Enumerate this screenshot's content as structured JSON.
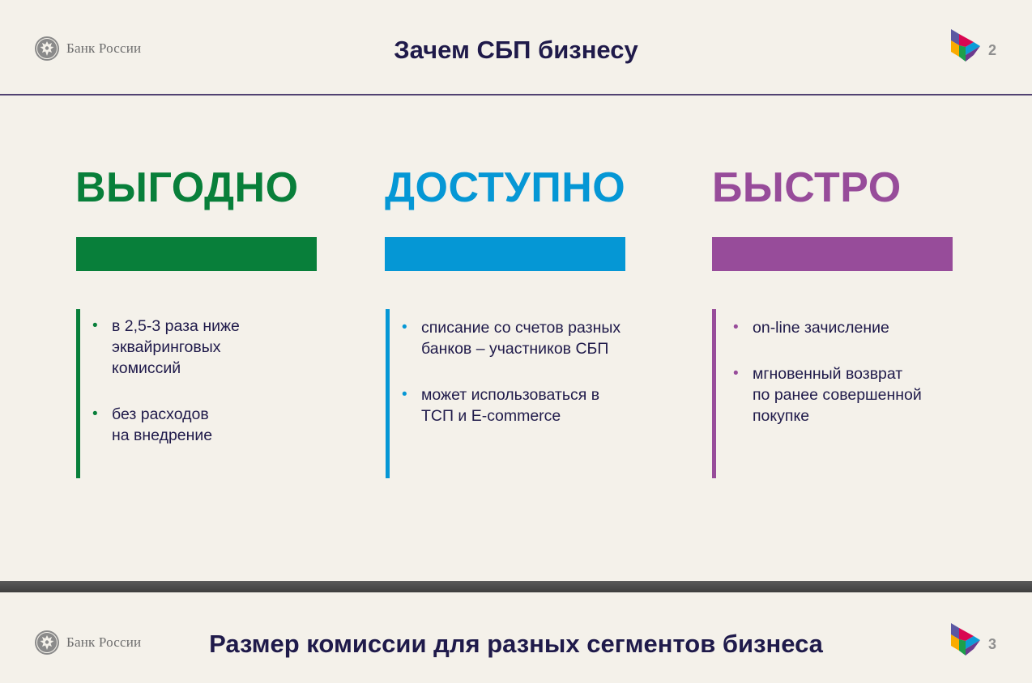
{
  "slide1": {
    "logo_text": "Банк России",
    "title": "Зачем СБП бизнесу",
    "page_number": "2",
    "columns": [
      {
        "heading": "ВЫГОДНО",
        "color": "#087f3a",
        "bullets": [
          "в 2,5-3 раза ниже\nэквайринговых\nкомиссий",
          "без расходов\nна внедрение"
        ]
      },
      {
        "heading": "ДОСТУПНО",
        "color": "#0597d5",
        "bullets": [
          "списание со счетов разных\nбанков – участников СБП",
          "может использоваться в\nТСП и E-commerce"
        ]
      },
      {
        "heading": "БЫСТРО",
        "color": "#974c9a",
        "bullets": [
          "on-line зачисление",
          "мгновенный возврат\nпо ранее совершенной\nпокупке"
        ]
      }
    ]
  },
  "slide2": {
    "logo_text": "Банк России",
    "title": "Размер комиссии для разных сегментов бизнеса",
    "page_number": "3"
  },
  "colors": {
    "background": "#f4f1ea",
    "title": "#1f1a4a",
    "header_rule": "#514272"
  },
  "icons": [
    "bank-emblem-icon",
    "sbp-logo-icon"
  ]
}
